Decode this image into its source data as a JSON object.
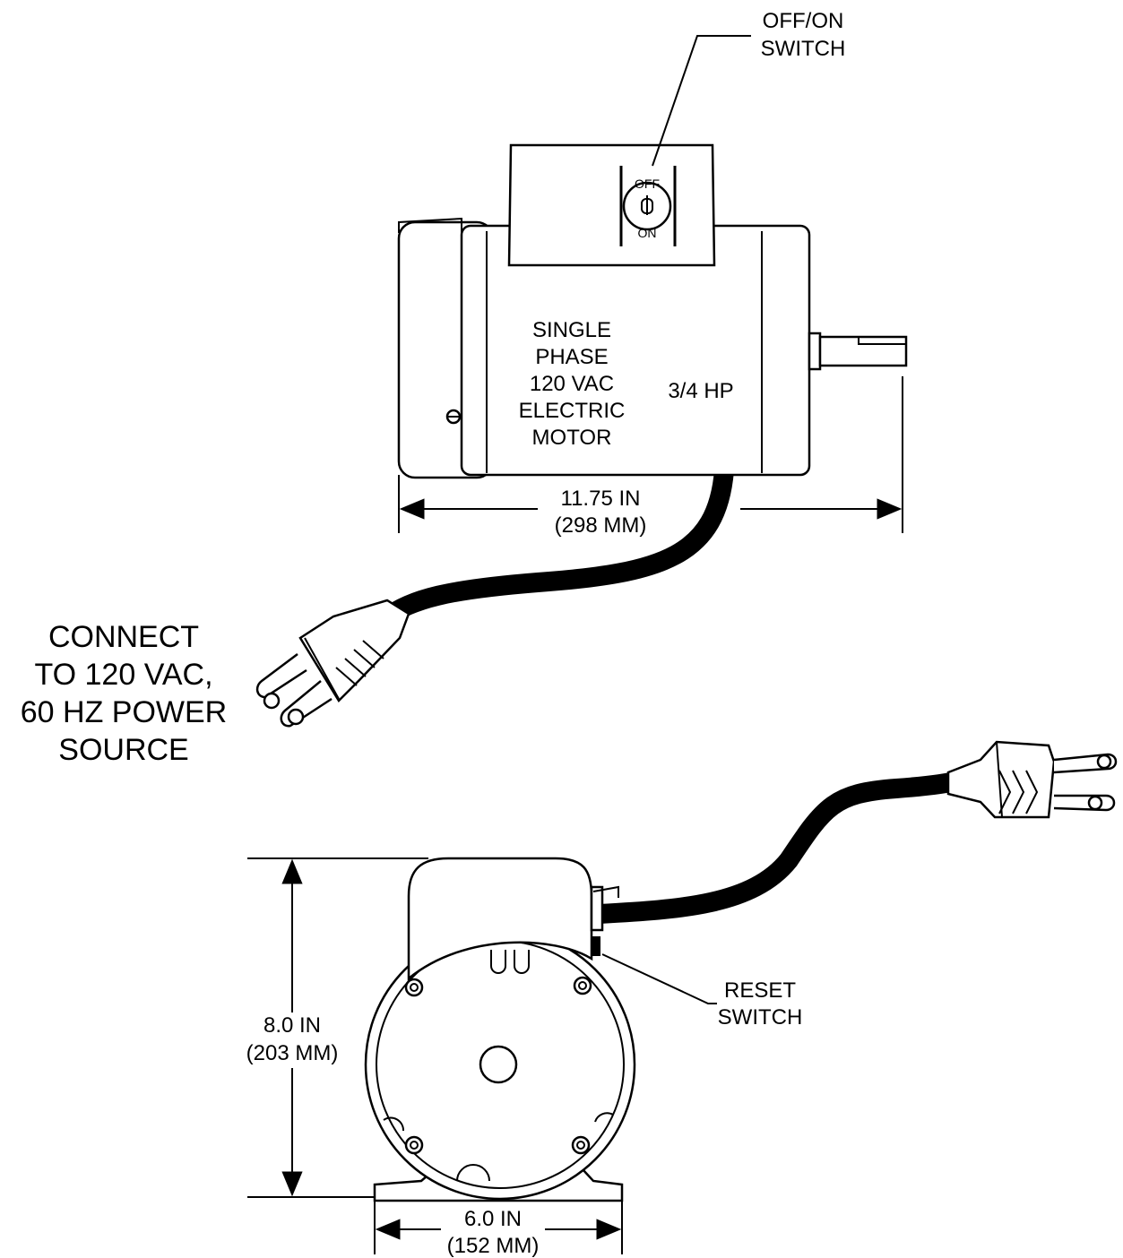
{
  "labels": {
    "switch_callout": [
      "OFF/ON",
      "SWITCH"
    ],
    "switch_off": "OFF",
    "switch_on": "ON",
    "motor_description": [
      "SINGLE",
      "PHASE",
      "120 VAC",
      "ELECTRIC",
      "MOTOR"
    ],
    "horsepower": "3/4 HP",
    "length_dimension": [
      "11.75 IN",
      "(298 MM)"
    ],
    "connect_note": [
      "CONNECT",
      "TO 120 VAC,",
      "60 HZ POWER",
      "SOURCE"
    ],
    "reset_callout": [
      "RESET",
      "SWITCH"
    ],
    "height_dimension": [
      "8.0 IN",
      "(203 MM)"
    ],
    "width_dimension": [
      "6.0 IN",
      "(152 MM)"
    ]
  }
}
